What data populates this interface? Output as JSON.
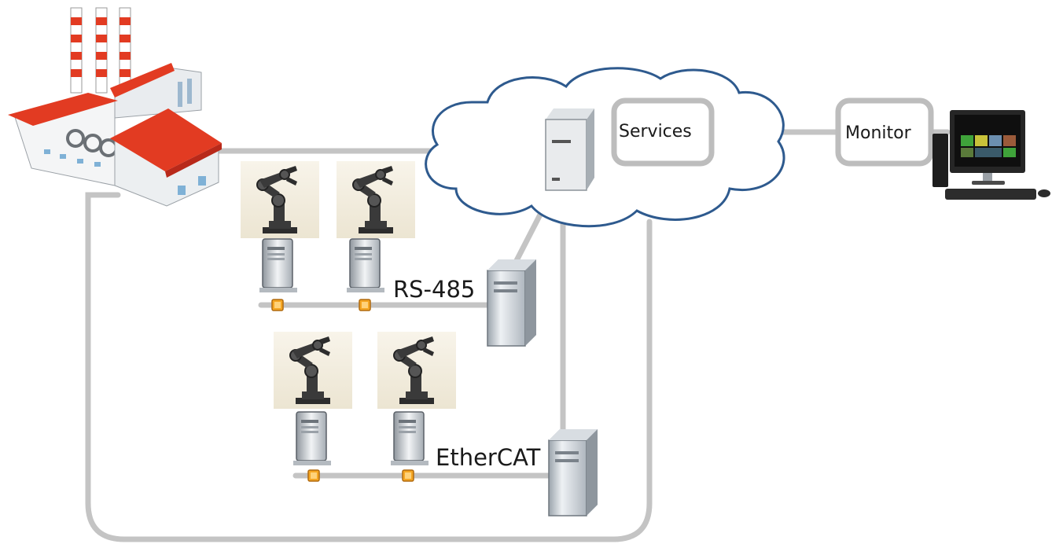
{
  "diagram": {
    "nodes": {
      "services": "Services",
      "monitor": "Monitor"
    },
    "buses": {
      "rs485": "RS-485",
      "ethercat": "EtherCAT"
    }
  },
  "colors": {
    "connector": "#c4c4c4",
    "cloud_stroke": "#2e5a8e",
    "box_stroke": "#bdbdbd",
    "robot_tile": "#f4efe1",
    "node_plug": "#f5a623",
    "factory_roof": "#e23b22"
  },
  "icons": [
    "factory-icon",
    "cloud-icon",
    "server-icon",
    "robot-arm-icon",
    "computer-terminal-icon",
    "tower-server-icon",
    "desktop-pc-icon"
  ]
}
